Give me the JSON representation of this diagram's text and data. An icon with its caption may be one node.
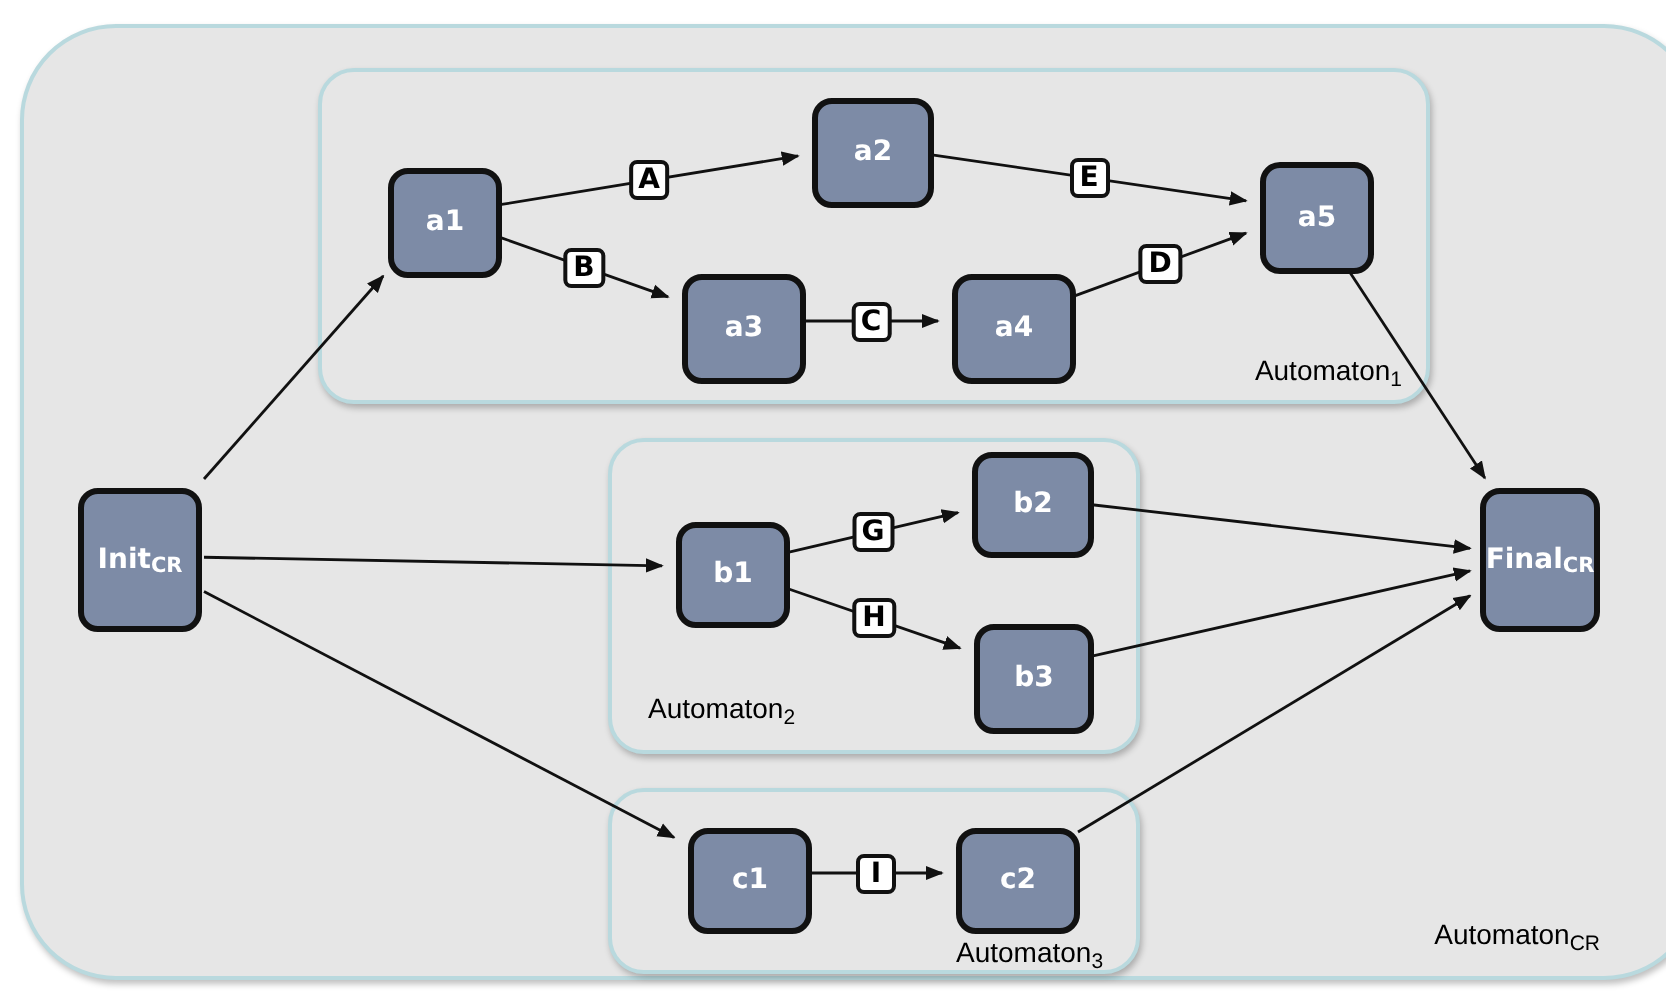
{
  "diagram": {
    "nodes": [
      {
        "text": [
          "Automaton$_{CR}$"
        ]
      },
      {
        "text": [
          "Automaton$_{1}$"
        ],
        "in": 0
      },
      {
        "text": [
          "Automaton$_{2}$"
        ],
        "in": 0
      },
      {
        "text": [
          "Automaton$_{3}$"
        ],
        "in": 0
      },
      {
        "text": [
          "Init$_{CR}$"
        ],
        "in": 0
      },
      {
        "text": [
          "a1"
        ],
        "in": 1
      },
      {
        "text": [
          "a2"
        ],
        "in": 1
      },
      {
        "text": [
          "a3"
        ],
        "in": 1
      },
      {
        "text": [
          "a4"
        ],
        "in": 1
      },
      {
        "text": [
          "a5"
        ],
        "in": 1
      },
      {
        "text": [
          "b1"
        ],
        "in": 2
      },
      {
        "text": [
          "b2"
        ],
        "in": 2
      },
      {
        "text": [
          "b3"
        ],
        "in": 2
      },
      {
        "text": [
          "c1"
        ],
        "in": 3
      },
      {
        "text": [
          "c2"
        ],
        "in": 3
      },
      {
        "text": [
          "Final$_{CR}$"
        ],
        "in": 0
      }
    ],
    "edges": [
      {
        "from": 4,
        "to": 5,
        "arrow": "to"
      },
      {
        "from": 4,
        "to": 10,
        "arrow": "to"
      },
      {
        "from": 4,
        "to": 13,
        "arrow": "to"
      },
      {
        "from": 5,
        "to": 6,
        "arrow": "to",
        "label": "A"
      },
      {
        "from": 5,
        "to": 7,
        "arrow": "to",
        "label": "B"
      },
      {
        "from": 7,
        "to": 8,
        "arrow": "to",
        "label": "C"
      },
      {
        "from": 8,
        "to": 9,
        "arrow": "to",
        "label": "D"
      },
      {
        "from": 6,
        "to": 9,
        "arrow": "to",
        "label": "E"
      },
      {
        "from": 10,
        "to": 11,
        "arrow": "to",
        "label": "G"
      },
      {
        "from": 10,
        "to": 12,
        "arrow": "to",
        "label": "H"
      },
      {
        "from": 13,
        "to": 14,
        "arrow": "to",
        "label": "I"
      },
      {
        "from": 9,
        "to": 15,
        "arrow": "to"
      },
      {
        "from": 11,
        "to": 15,
        "arrow": "to"
      },
      {
        "from": 12,
        "to": 15,
        "arrow": "to"
      },
      {
        "from": 14,
        "to": 15,
        "arrow": "to"
      }
    ]
  }
}
